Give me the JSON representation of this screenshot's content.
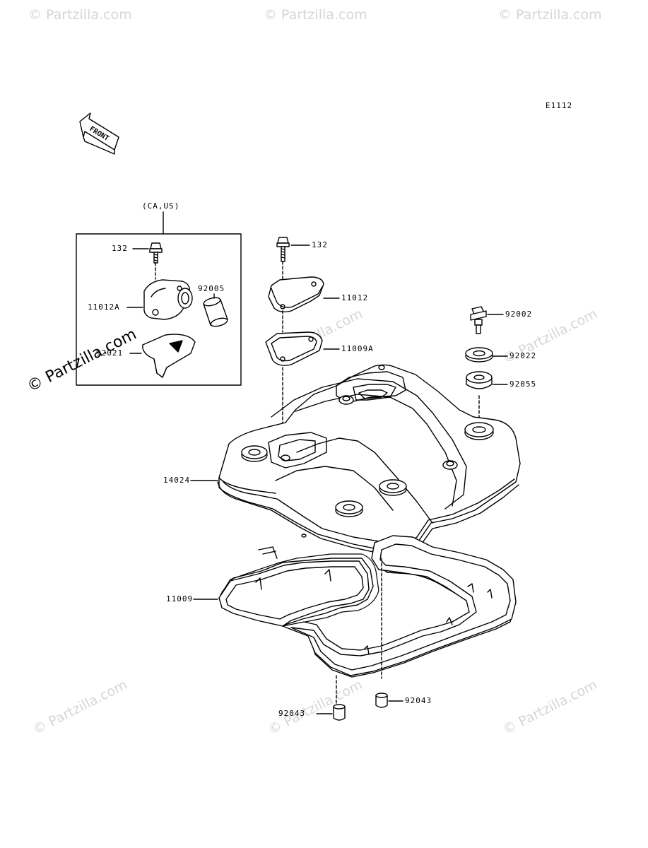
{
  "diagram_code": "E1112",
  "front_label": "FRONT",
  "region_label": "(CA,US)",
  "watermark": "© Partzilla.com",
  "parts": [
    {
      "id": "p132a",
      "number": "132"
    },
    {
      "id": "p11012A",
      "number": "11012A"
    },
    {
      "id": "p92005",
      "number": "92005"
    },
    {
      "id": "p92021",
      "number": "92021"
    },
    {
      "id": "p132b",
      "number": "132"
    },
    {
      "id": "p11012",
      "number": "11012"
    },
    {
      "id": "p11009A",
      "number": "11009A"
    },
    {
      "id": "p92002",
      "number": "92002"
    },
    {
      "id": "p92022",
      "number": "92022"
    },
    {
      "id": "p92055",
      "number": "92055"
    },
    {
      "id": "p14024",
      "number": "14024"
    },
    {
      "id": "p11009",
      "number": "11009"
    },
    {
      "id": "p92043a",
      "number": "92043"
    },
    {
      "id": "p92043b",
      "number": "92043"
    }
  ]
}
